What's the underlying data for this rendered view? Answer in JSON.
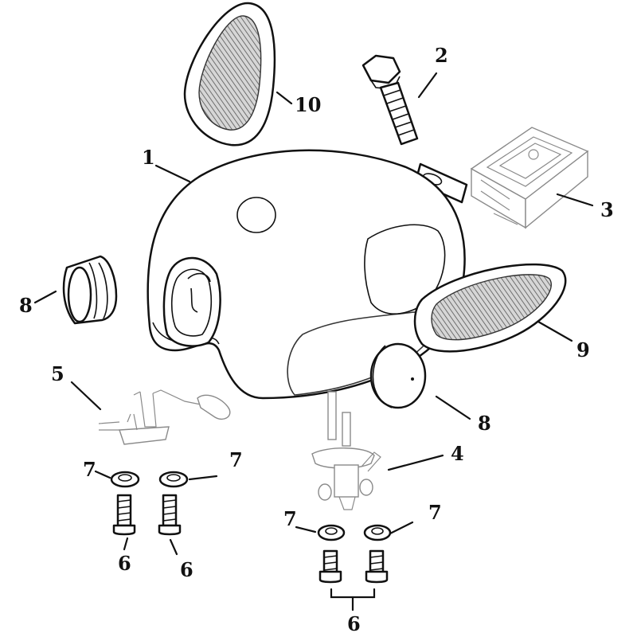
{
  "diagram": {
    "labels": {
      "tank": "1",
      "bolt": "2",
      "bracket": "3",
      "fuel_valve": "4",
      "fuel_sender": "5",
      "screw_left_a": "6",
      "screw_left_b": "6",
      "screw_group": "6",
      "washer_left_a": "7",
      "washer_left_b": "7",
      "washer_right_a": "7",
      "washer_right_b": "7",
      "cap_left": "8",
      "cap_right": "8",
      "knee_pad_right": "9",
      "knee_pad_left": "10"
    }
  }
}
